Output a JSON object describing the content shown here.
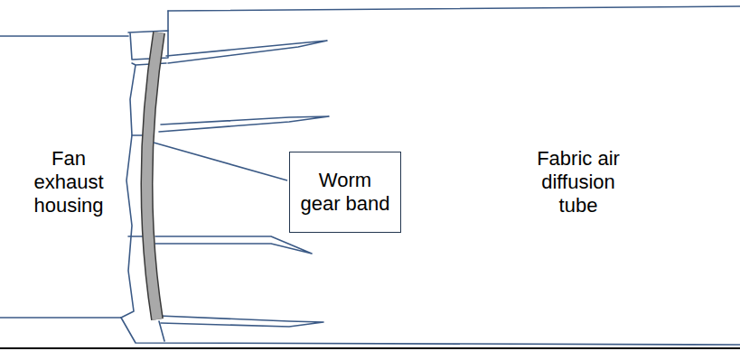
{
  "diagram": {
    "nodes": [
      {
        "text": [
          "Worm gear band"
        ]
      }
    ],
    "labels": [
      "Fan exhaust housing",
      "Fabric air diffusion tube"
    ]
  }
}
